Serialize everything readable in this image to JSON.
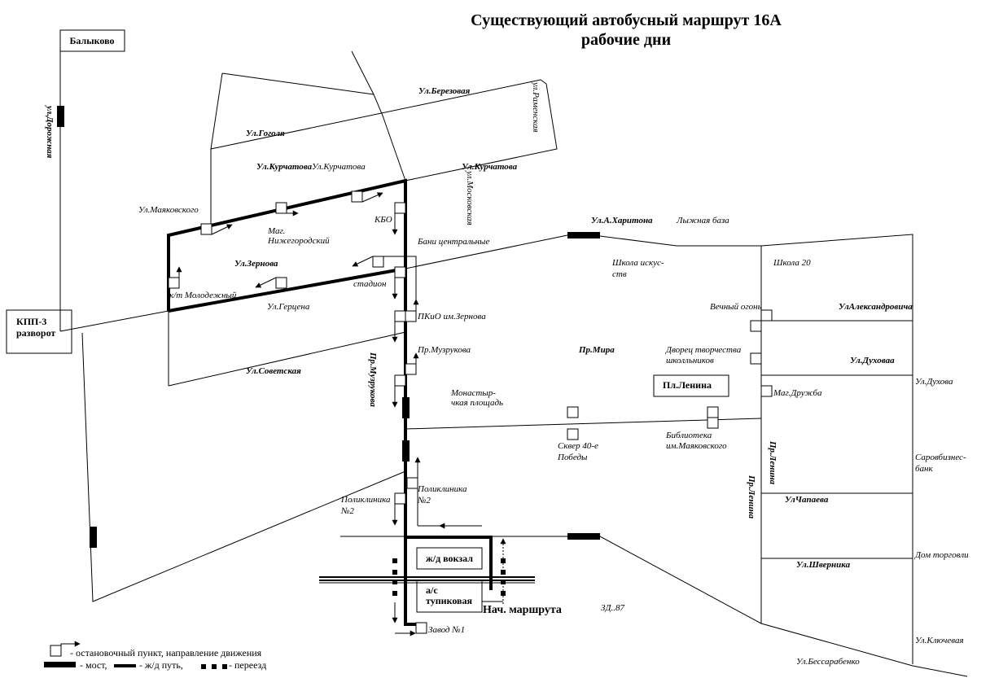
{
  "title": {
    "line1": "Существующий автобусный маршрут 16А",
    "line2": "рабочие дни"
  },
  "boxes": {
    "balykovo": "Балыково",
    "kpp3_line1": "КПП-3",
    "kpp3_line2": "разворот",
    "zd_vokzal": "ж/д вокзал",
    "as_line1": "а/с",
    "as_line2": "тупиковая",
    "pl_lenina": "Пл.Ленина",
    "start_route": "Нач. маршрута"
  },
  "streets": {
    "dorozhnaya": "ул.Дорожная",
    "berezovaya": "Ул.Березовая",
    "ramenskaya": "ул.Раменская",
    "gogolya": "Ул.Гоголя",
    "kurchatova1": "Ул.Курчатова",
    "kurchatova2": "Ул.Курчатова",
    "kurchatova3": "Ул.Курчатова",
    "moskovskaya": "ул.Московская",
    "mayakovskogo": "Ул.Маяковского",
    "zernova": "Ул.Зернова",
    "gertsena": "Ул.Герцена",
    "sovetskaya": "Ул.Советская",
    "muzrukova_v": "Пр.Музрукова",
    "a_haritona": "Ул.А.Харитона",
    "pr_mira": "Пр.Мира",
    "aleksandrovicha": "УлАлександровича",
    "duhovaa": "Ул.Духоваа",
    "duhova": "Ул.Духова",
    "lenina_v1": "Пр.Ленина",
    "lenina_v2": "Пр.Ленина",
    "chapaeva": "УлЧапаева",
    "shvernika": "Ул.Шверника",
    "klyuchevaya": "Ул.Ключевая",
    "bessarabenko": "Ул.Бессарабенко"
  },
  "places": {
    "mag_nizh1": "Маг.",
    "mag_nizh2": "Нижегородский",
    "kbo": "КБО",
    "bani": "Бани центральные",
    "stadion": "стадион",
    "kt_molodezhny": "к/т Молодежный",
    "pkio": "ПКиО им.Зернова",
    "pr_muzrukova": "Пр.Музрукова",
    "monast1": "Монастыр-",
    "monast2": "чкая площадь",
    "skver1": "Сквер 40-е",
    "skver2": "Победы",
    "bibl1": "Библиотека",
    "bibl2": "им.Маяковского",
    "poliklinika_l1": "Поликлиника",
    "poliklinika_l2": "№2",
    "poliklinika_r1": "Поликлиника",
    "poliklinika_r2": "№2",
    "zavod": "Завод №1",
    "shkola_isk1": "Школа искус-",
    "shkola_isk2": "ств",
    "lyzhnaya": "Лыжная база",
    "shkola20": "Школа 20",
    "vechny": "Вечный огонь",
    "dvorets1": "Дворец творчества",
    "dvorets2": "школльников",
    "mag_druzhba": "Маг.Дружба",
    "sarov1": "Саровбизнес-",
    "sarov2": "банк",
    "dom_torg": "Дом торговли",
    "zd87": "ЗД..87"
  },
  "legend": {
    "stop": "- остановочный пункт, направление движения",
    "bridge": "- мост,",
    "rail": "- ж/д путь,",
    "crossing": "- переезд"
  }
}
